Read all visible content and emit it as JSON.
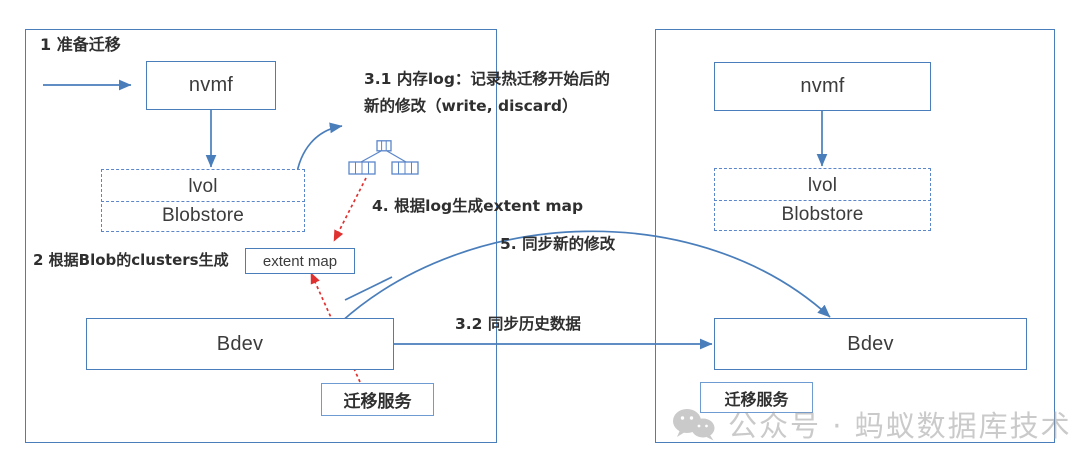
{
  "diagram": {
    "panels": {
      "source": {
        "name": "source-host-panel"
      },
      "target": {
        "name": "target-host-panel"
      }
    },
    "source": {
      "step1_label": "1 准备迁移",
      "nvmf": "nvmf",
      "lvol": "lvol",
      "blobstore": "Blobstore",
      "step2_label": "2 根据Blob的clusters生成",
      "extent_map": "extent map",
      "bdev": "Bdev",
      "migration_service": "迁移服务"
    },
    "target": {
      "nvmf": "nvmf",
      "lvol": "lvol",
      "blobstore": "Blobstore",
      "bdev": "Bdev",
      "migration_service": "迁移服务"
    },
    "annotations": {
      "step3_1_line1": "3.1 内存log：记录热迁移开始后的",
      "step3_1_line2": "新的修改（write, discard）",
      "step4": "4. 根据log生成extent map",
      "step5": "5. 同步新的修改",
      "step3_2": "3.2 同步历史数据"
    },
    "icons": {
      "btree": "btree-icon",
      "wechat": "wechat-bubble-icon"
    },
    "watermark": {
      "text": "公众号 · 蚂蚁数据库技术"
    },
    "colors": {
      "stroke_blue": "#4a7ebb",
      "dashed_blue": "#5b86c9",
      "red_dashed": "#e03131",
      "text": "#3c3c3c",
      "watermark_grey": "#9a9a9a"
    }
  }
}
